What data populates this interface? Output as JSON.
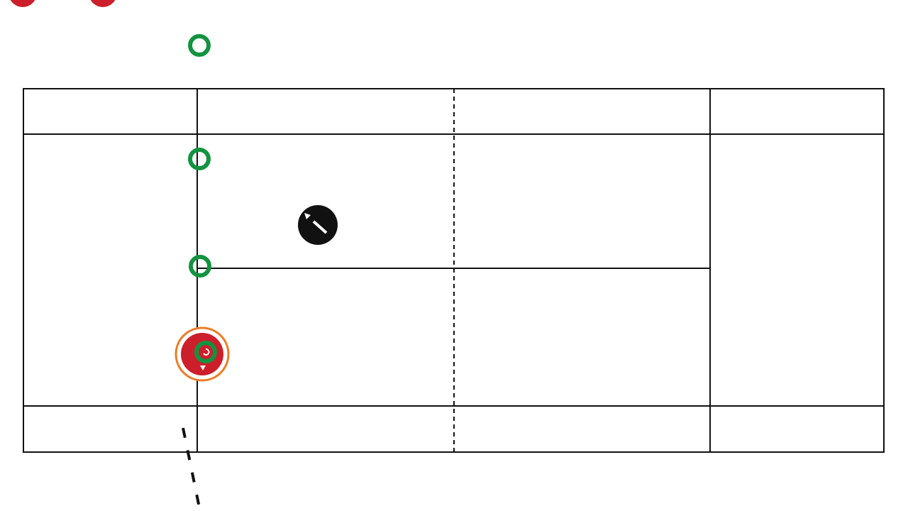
{
  "diagram": {
    "type": "court-drill-diagram",
    "colors": {
      "court_line": "#111111",
      "marker_ring": "#12933f",
      "player_fill": "#cc1f2b",
      "player_highlight": "#ef7a22",
      "ball_fill": "#111111"
    },
    "markers": [
      "cone-marker",
      "cone-marker",
      "cone-marker",
      "cone-marker"
    ],
    "icons": [
      "player-icon",
      "ball-icon",
      "trajectory-path"
    ]
  }
}
